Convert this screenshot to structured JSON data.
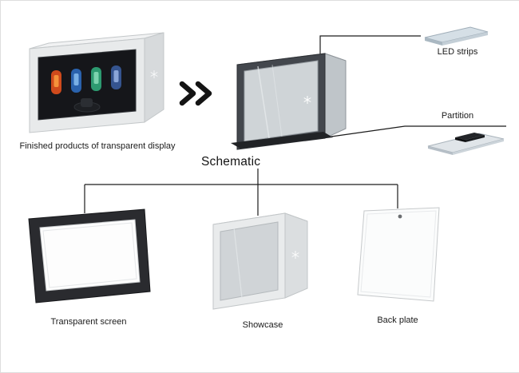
{
  "diagram": {
    "title": "Schematic",
    "top_row": {
      "finished_product_label": "Finished products of transparent display",
      "led_strips_label": "LED strips",
      "partition_label": "Partition"
    },
    "components": [
      {
        "label": "Transparent screen"
      },
      {
        "label": "Showcase"
      },
      {
        "label": "Back plate"
      }
    ],
    "icons": {
      "arrow_right": "double-chevron-right",
      "brand_mark": "snowflake"
    },
    "colors": {
      "background": "#ffffff",
      "connector_line": "#1c1c1c",
      "dark_frame": "#2a2b2f",
      "light_case": "#e8eaeb",
      "screen_black": "#15161a",
      "band_orange": "#cf4a1c",
      "band_blue": "#2a62ad",
      "band_green": "#2d9a70",
      "band_navy": "#35548f",
      "led_strip": "#d5dfe6"
    }
  }
}
